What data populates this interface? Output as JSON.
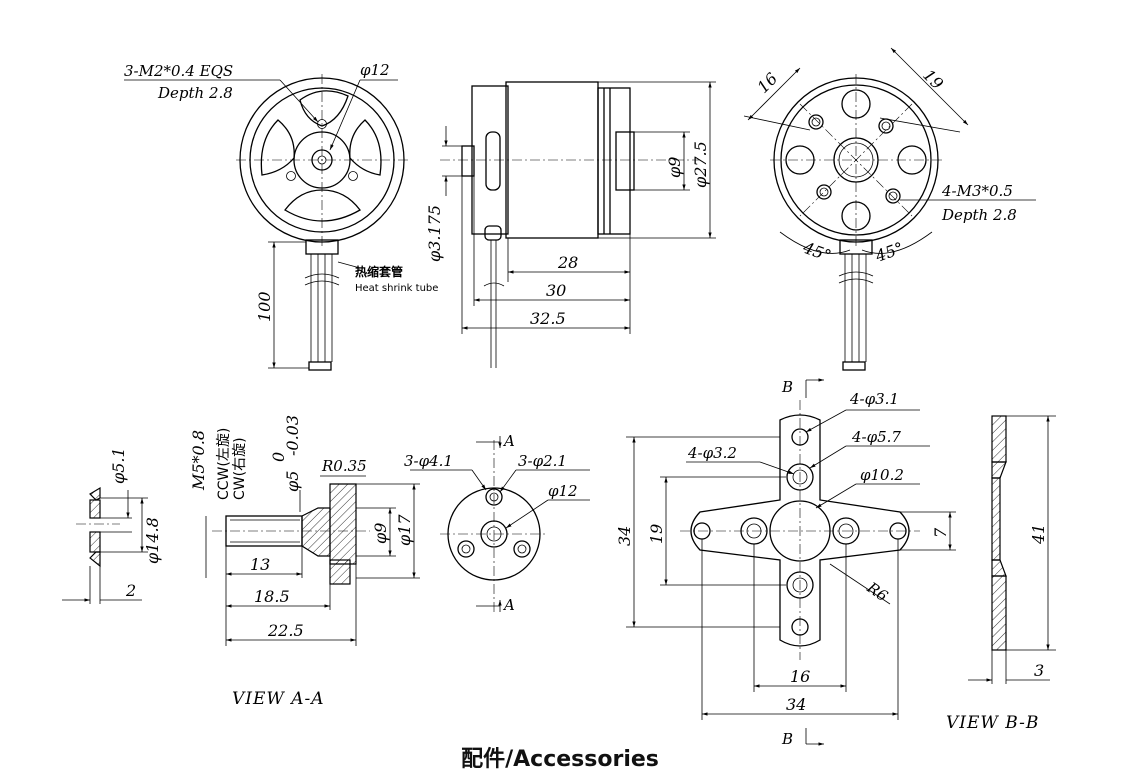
{
  "caption": "配件/Accessories",
  "top_views": {
    "front": {
      "thread_note": "3-M2*0.4 EQS",
      "depth_note": "Depth 2.8",
      "diam_label": "φ12",
      "lead_length": "100",
      "heat_shrink_cn": "热缩套管",
      "heat_shrink_en": "Heat shrink tube"
    },
    "side": {
      "shaft_diam": "φ3.175",
      "body_len_28": "28",
      "body_len_30": "30",
      "body_len_32_5": "32.5",
      "diam_9": "φ9",
      "diam_27_5": "φ27.5"
    },
    "back": {
      "dim_16": "16",
      "dim_19": "19",
      "thread_note": "4-M3*0.5",
      "depth_note": "Depth 2.8",
      "angle_left": "45°",
      "angle_right": "45°"
    }
  },
  "accessories": {
    "washer": {
      "diam_5_1": "φ5.1",
      "diam_14_8": "φ14.8",
      "thick_2": "2"
    },
    "prop_adapter": {
      "thread": "M5*0.8",
      "ccw": "CCW(左旋)",
      "cw": "CW(右旋)",
      "diam_5": "φ5",
      "tol_upper": "0",
      "tol_lower": "-0.03",
      "radius": "R0.35",
      "diam_9": "φ9",
      "diam_17": "φ17",
      "len_13": "13",
      "len_18_5": "18.5",
      "len_22_5": "22.5",
      "view_label": "VIEW A-A"
    },
    "adapter_face": {
      "holes_4_1": "3-φ4.1",
      "holes_2_1": "3-φ2.1",
      "diam_12": "φ12",
      "section_a_top": "A",
      "section_a_bottom": "A"
    },
    "cross_mount": {
      "holes_3_1": "4-φ3.1",
      "holes_5_7": "4-φ5.7",
      "holes_3_2": "4-φ3.2",
      "diam_10_2": "φ10.2",
      "dim_34_v": "34",
      "dim_19_v": "19",
      "dim_7": "7",
      "radius_6": "R6",
      "dim_16": "16",
      "dim_34_h": "34",
      "section_b_top": "B",
      "section_b_bottom": "B"
    },
    "cross_side": {
      "dim_41": "41",
      "dim_3": "3",
      "view_label": "VIEW B-B"
    }
  }
}
